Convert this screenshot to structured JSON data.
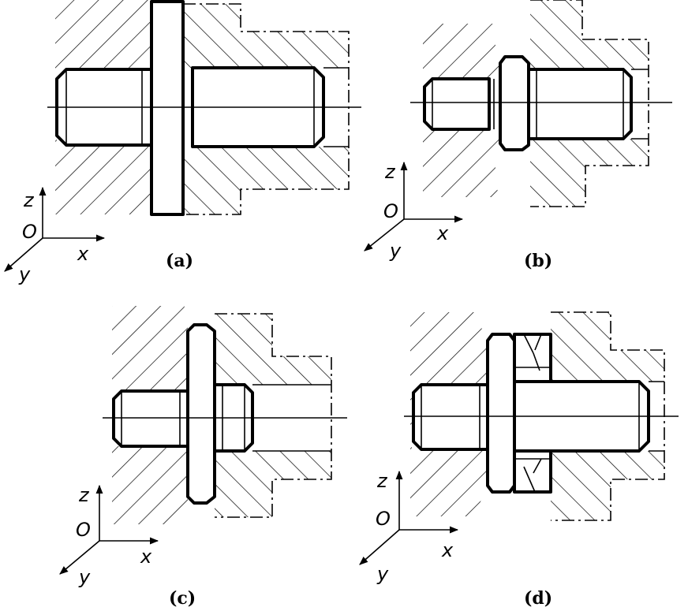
{
  "figures": [
    {
      "id": "a",
      "label": "(a)"
    },
    {
      "id": "b",
      "label": "(b)"
    },
    {
      "id": "c",
      "label": "(c)"
    },
    {
      "id": "d",
      "label": "(d)"
    }
  ],
  "axes": {
    "origin": "O",
    "z": "z",
    "x": "x",
    "y": "y"
  }
}
